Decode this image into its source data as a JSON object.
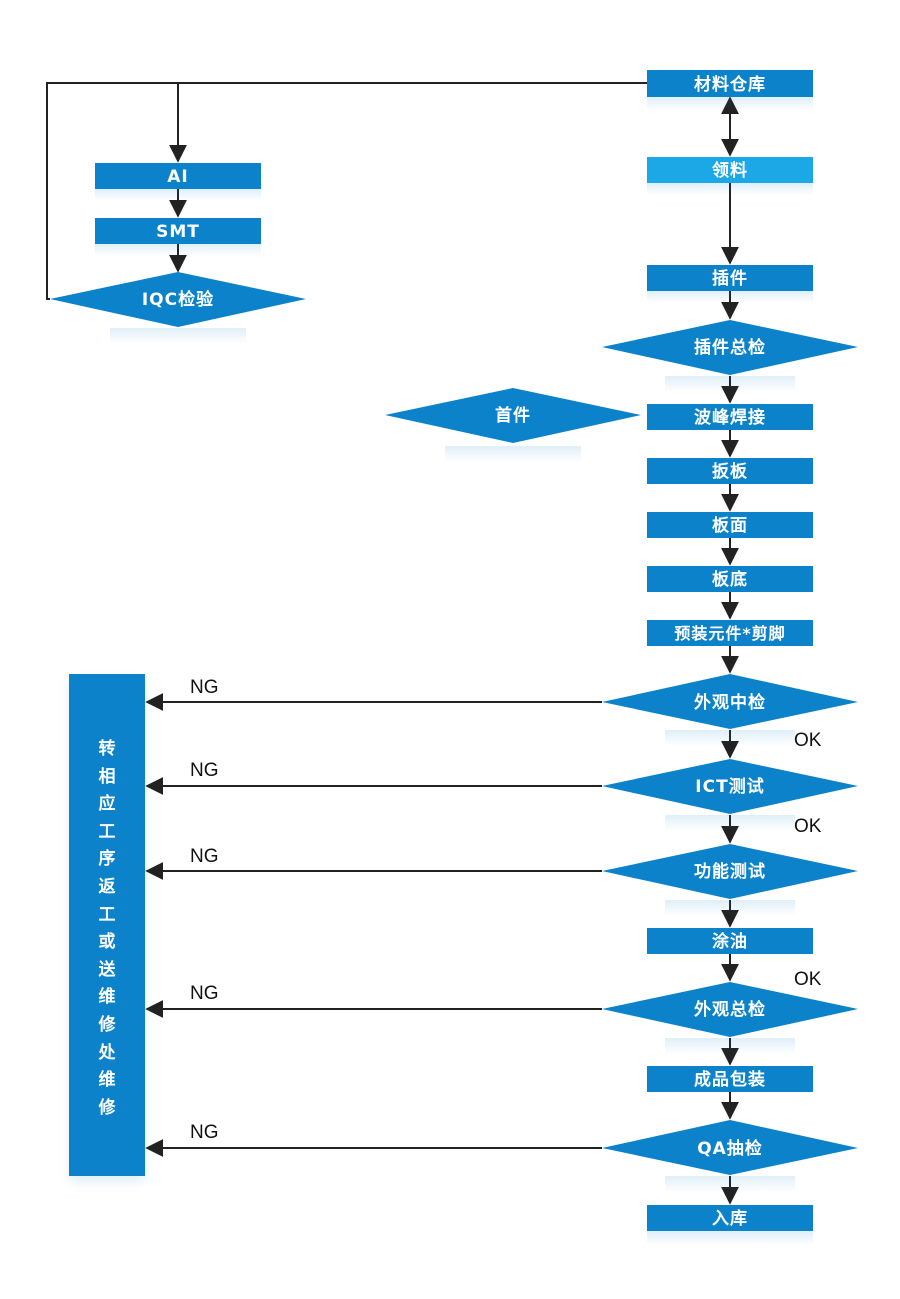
{
  "colors": {
    "box": "#0b82c9",
    "box_light": "#1ca7e6",
    "diamond": "#0b82c9",
    "line": "#222222",
    "label": "#111111"
  },
  "nodes": {
    "warehouse": "材料仓库",
    "pick": "领料",
    "ai": "AI",
    "smt": "SMT",
    "iqc": "IQC检验",
    "insert": "插件",
    "insert_check": "插件总检",
    "first_piece": "首件",
    "wave_solder": "波峰焊接",
    "pull_board": "扳板",
    "board_top": "板面",
    "board_bottom": "板底",
    "preinstall": "预装元件*剪脚",
    "visual_mid": "外观中检",
    "ict": "ICT测试",
    "function_test": "功能测试",
    "oil": "涂油",
    "visual_final": "外观总检",
    "package": "成品包装",
    "qa": "QA抽检",
    "store": "入库",
    "rework": [
      "转",
      "相",
      "应",
      "工",
      "序",
      "返",
      "工",
      "或",
      "送",
      "维",
      "修",
      "处",
      "维",
      "修"
    ]
  },
  "labels": {
    "ng": "NG",
    "ok": "OK"
  }
}
